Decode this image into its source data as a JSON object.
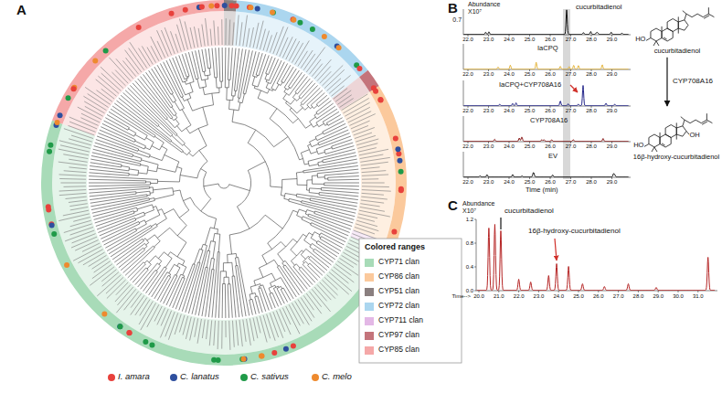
{
  "diagram": {
    "nodes": [
      {
        "text": [
          "cucurbitadienol"
        ]
      },
      {
        "text": [
          "16β-hydroxy-cucurbitadienol"
        ]
      }
    ],
    "edges": [
      {
        "from": 0,
        "to": 1,
        "arrow": "to",
        "label": "CYP708A16"
      }
    ],
    "labels": [
      "A",
      "B",
      "C",
      "Colored ranges",
      "Abundance",
      "X10⁷",
      "0.7",
      "cucurbitadienol",
      "IaCPQ",
      "IaCPQ+CYP708A16",
      "CYP708A16",
      "EV",
      "Time (min)",
      "22.0",
      "23.0",
      "24.0",
      "25.0",
      "26.0",
      "27.0",
      "28.0",
      "29.0",
      "22.0",
      "23.0",
      "24.0",
      "25.0",
      "26.0",
      "27.0",
      "28.0",
      "29.0",
      "22.0",
      "23.0",
      "24.0",
      "25.0",
      "26.0",
      "27.0",
      "28.0",
      "29.0",
      "22.0",
      "23.0",
      "24.0",
      "25.0",
      "26.0",
      "27.0",
      "28.0",
      "29.0",
      "22.0",
      "23.0",
      "24.0",
      "25.0",
      "26.0",
      "27.0",
      "28.0",
      "29.0",
      "Abundance",
      "X10⁷",
      "1.2",
      "0.8",
      "0.4",
      "0.0",
      "cucurbitadienol",
      "16β-hydroxy-cucurbitadienol",
      "Time-->",
      "20.0",
      "21.0",
      "22.0",
      "23.0",
      "24.0",
      "25.0",
      "26.0",
      "27.0",
      "28.0",
      "29.0",
      "30.0",
      "31.0",
      "HO",
      "HO",
      "OH"
    ],
    "legend": [
      {
        "text": "CYP71 clan",
        "color": "#a8dbb8"
      },
      {
        "text": "CYP86 clan",
        "color": "#fbc99c"
      },
      {
        "text": "CYP51 clan",
        "color": "#8a7f7f"
      },
      {
        "text": "CYP72 clan",
        "color": "#abd6ef"
      },
      {
        "text": "CYP711 clan",
        "color": "#e3b8e6"
      },
      {
        "text": "CYP97 clan",
        "color": "#c4747b"
      },
      {
        "text": "CYP85 clan",
        "color": "#f5a8a8"
      },
      {
        "text": "I. amara",
        "color": "#e8413c"
      },
      {
        "text": "C. lanatus",
        "color": "#2e4f9e"
      },
      {
        "text": "C. sativus",
        "color": "#1f9a48"
      },
      {
        "text": "C. melo",
        "color": "#ee8a2e"
      }
    ]
  }
}
